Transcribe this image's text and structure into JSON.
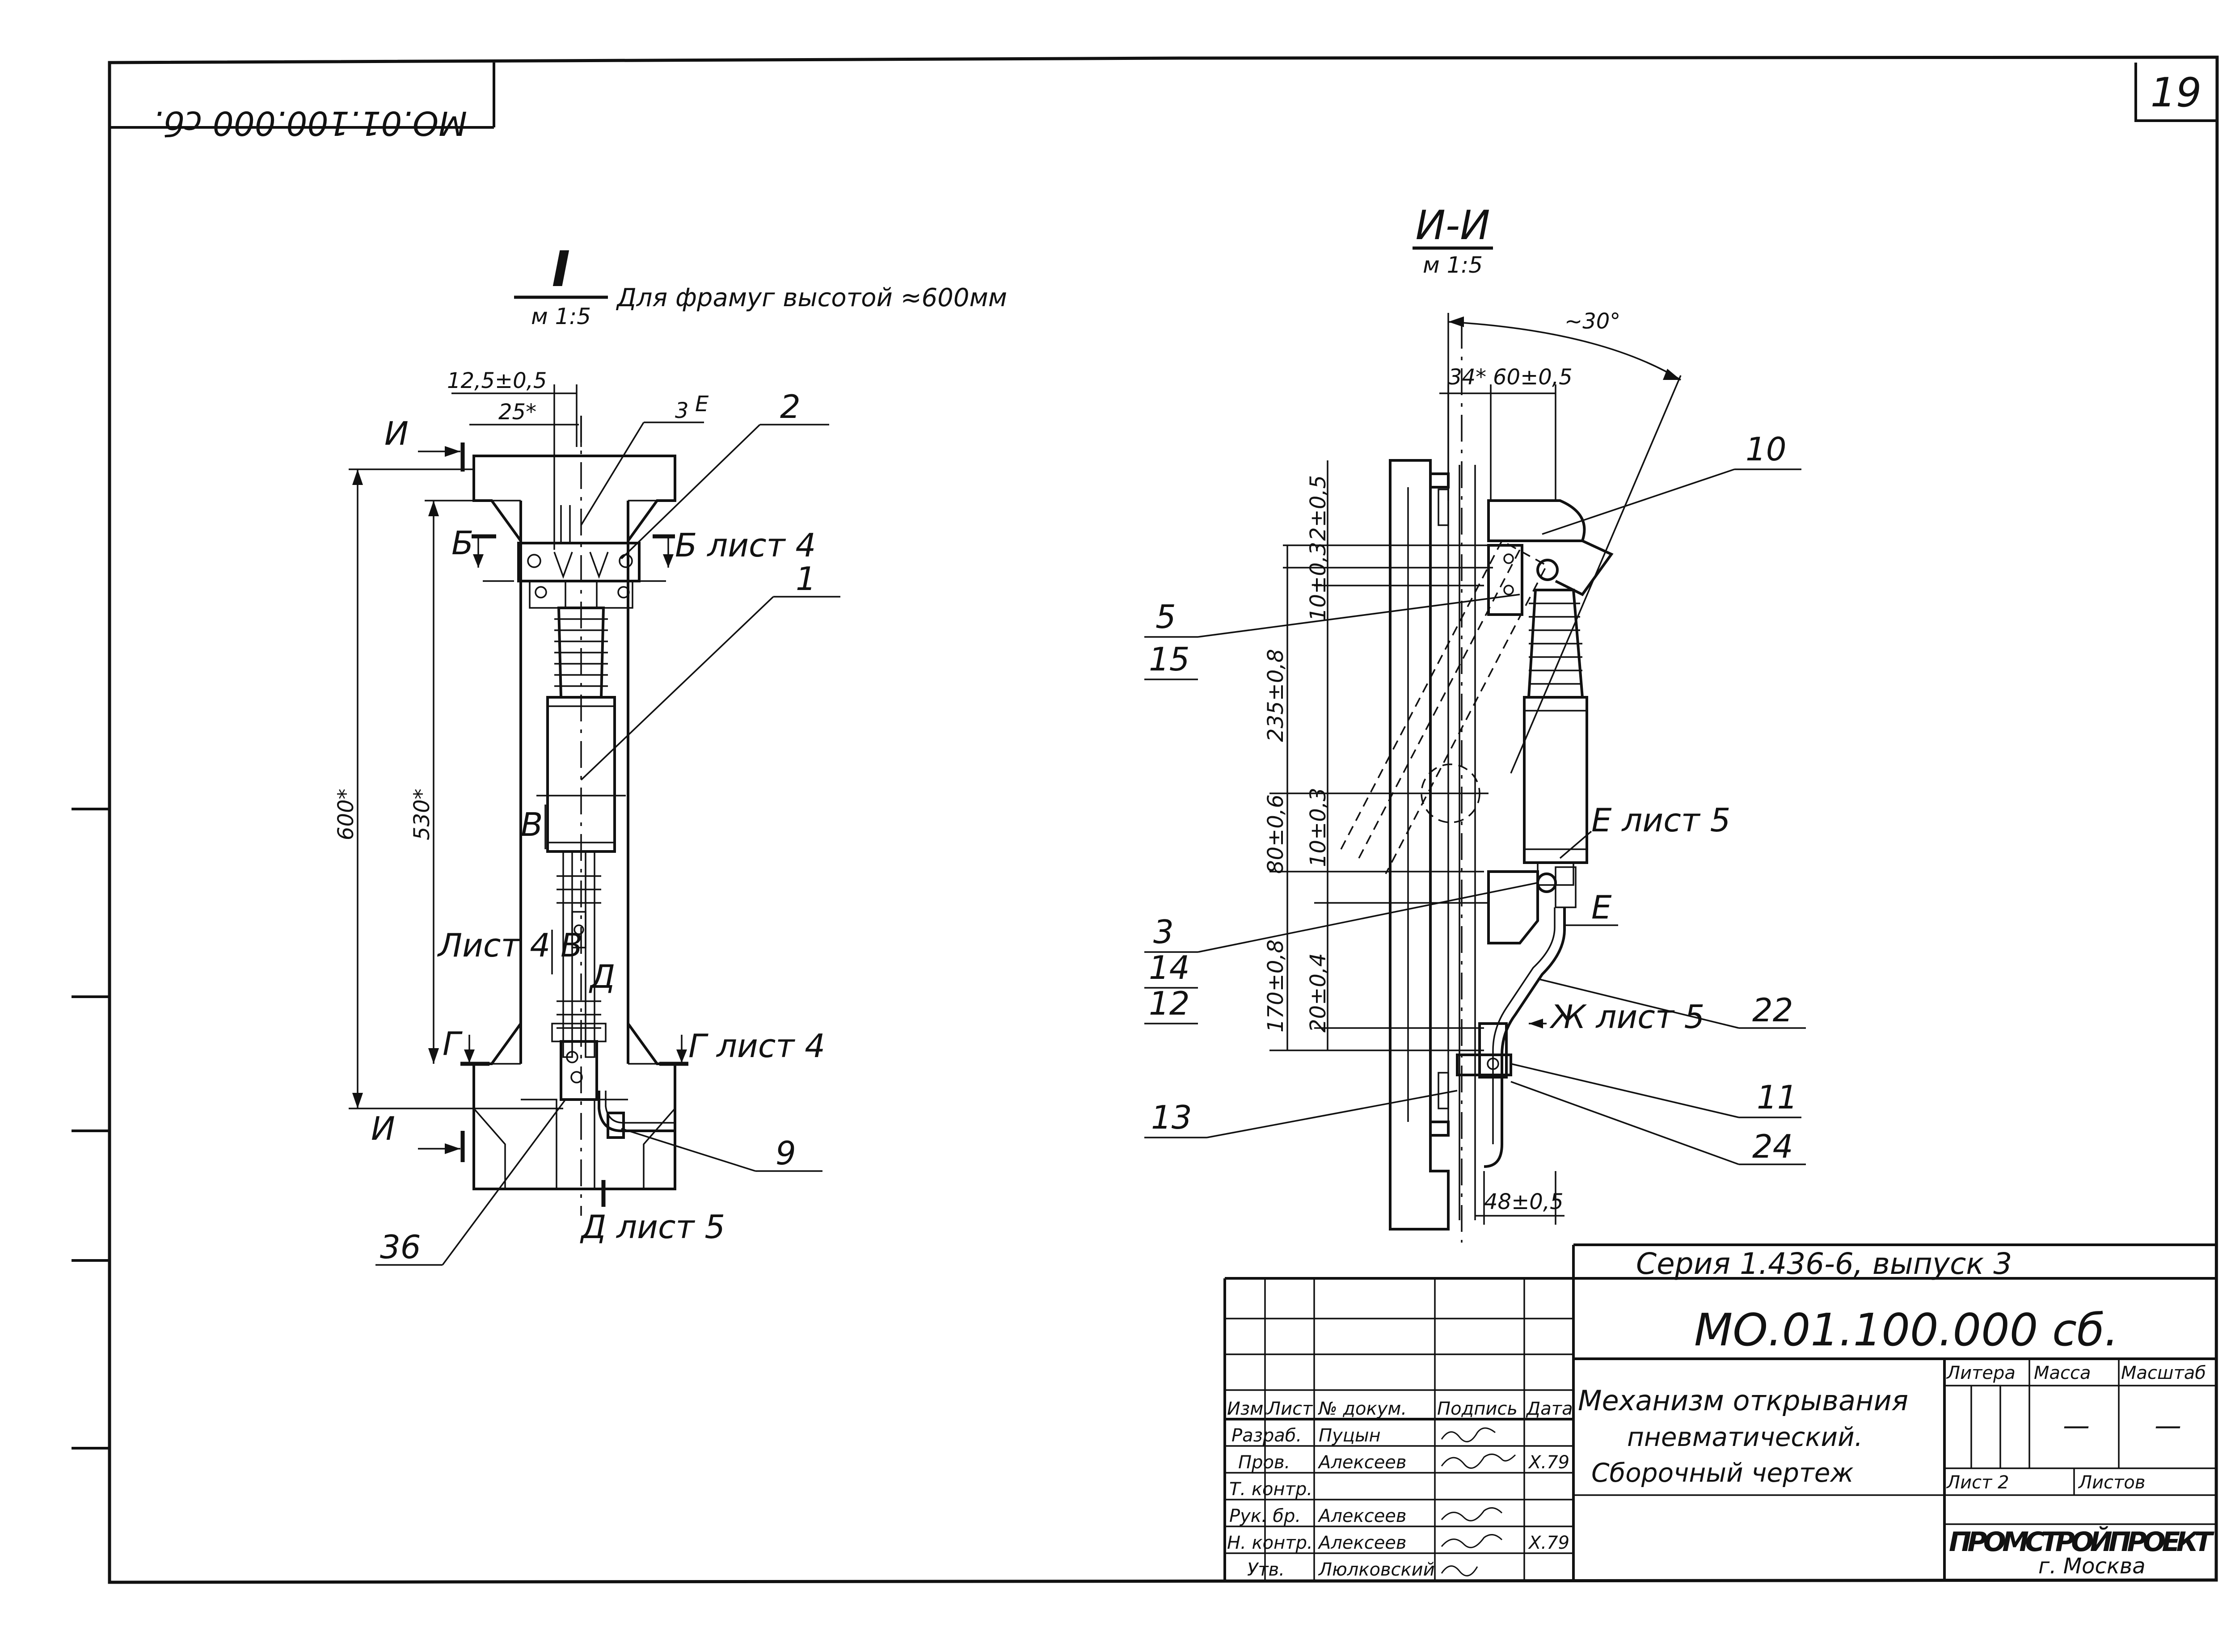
{
  "sheet": {
    "code_upside_down": "МО.01.100.000 сб.",
    "page_number": "19"
  },
  "view1": {
    "title_roman": "I",
    "title_scale": "м 1:5",
    "title_note": "Для фрамуг высотой ≈600мм",
    "dim_125": "12,5±0,5",
    "dim_25": "25*",
    "dim_600": "600*",
    "dim_530": "530*",
    "weld": "3",
    "weld_letter": "Е",
    "section_I_top": "И",
    "section_I_bottom": "И",
    "B_left": "Б",
    "B_right": "Б лист 4",
    "V_top": "В",
    "V_mid": "Лист 4 В",
    "G_left": "Г",
    "G_right": "Г лист 4",
    "D_mark": "Д",
    "D_note": "Д лист 5",
    "pos_2": "2",
    "pos_1": "1",
    "pos_9": "9",
    "pos_36": "36"
  },
  "view2": {
    "title": "И-И",
    "title_scale": "м 1:5",
    "angle": "~30°",
    "dim_34": "34*",
    "dim_60": "60±0,5",
    "dim_2": "2±0,5",
    "dim_10a": "10±0,3",
    "dim_235": "235±0,8",
    "dim_80": "80±0,6",
    "dim_10b": "10±0,3",
    "dim_170": "170±0,8",
    "dim_20": "20±0,4",
    "dim_48": "48±0,5",
    "E_note": "Е лист 5",
    "E_mark": "Е",
    "Zh_note": "Ж лист 5",
    "pos_10": "10",
    "pos_5": "5",
    "pos_15": "15",
    "pos_3": "3",
    "pos_14": "14",
    "pos_12": "12",
    "pos_13": "13",
    "pos_22": "22",
    "pos_11": "11",
    "pos_24": "24"
  },
  "title_block": {
    "series": "Серия 1.436-6,   выпуск 3",
    "doc_code": "МО.01.100.000 сб.",
    "name_line1": "Механизм открывания",
    "name_line2": "пневматический.",
    "name_line3": "Сборочный чертеж",
    "col_izm": "Изм.",
    "col_list": "Лист",
    "col_doc": "№ докум.",
    "col_sign": "Подпись",
    "col_date": "Дата",
    "rows": [
      {
        "role": "Разраб.",
        "name": "Пуцын",
        "date": ""
      },
      {
        "role": "Пров.",
        "name": "Алексеев",
        "date": "X.79"
      },
      {
        "role": "Т. контр.",
        "name": "",
        "date": ""
      },
      {
        "role": "Рук. бр.",
        "name": "Алексеев",
        "date": ""
      },
      {
        "role": "Н. контр.",
        "name": "Алексеев",
        "date": "X.79"
      },
      {
        "role": "Утв.",
        "name": "Люлковский",
        "date": ""
      }
    ],
    "litera_label": "Литера",
    "mass_label": "Масса",
    "scale_label": "Масштаб",
    "mass_value": "—",
    "scale_value": "—",
    "sheet_label": "Лист 2",
    "sheets_label": "Листов",
    "org": "ПРОМСТРОЙПРОЕКТ",
    "city": "г. Москва"
  }
}
